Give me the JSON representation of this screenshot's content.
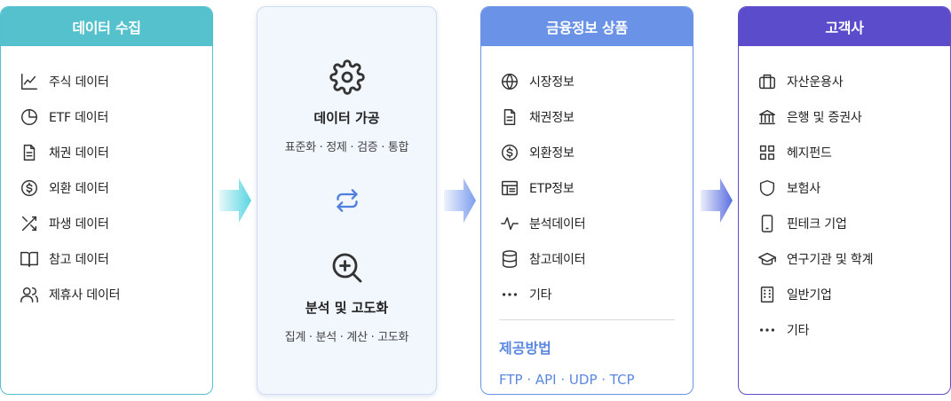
{
  "collect": {
    "title": "데이터 수집",
    "items": [
      {
        "label": "주식 데이터",
        "icon": "line-chart-icon"
      },
      {
        "label": "ETF 데이터",
        "icon": "pie-chart-icon"
      },
      {
        "label": "채권 데이터",
        "icon": "document-icon"
      },
      {
        "label": "외환 데이터",
        "icon": "dollar-circle-icon"
      },
      {
        "label": "파생 데이터",
        "icon": "shuffle-icon"
      },
      {
        "label": "참고 데이터",
        "icon": "book-icon"
      },
      {
        "label": "제휴사 데이터",
        "icon": "users-icon"
      }
    ]
  },
  "process": {
    "step1": {
      "title": "데이터 가공",
      "subtitle": "표준화 · 정제 · 검증 · 통합",
      "icon": "gear-icon"
    },
    "loop_icon": "repeat-icon",
    "step2": {
      "title": "분석 및 고도화",
      "subtitle": "집계 · 분석 · 계산 · 고도화",
      "icon": "zoom-in-icon"
    }
  },
  "products": {
    "title": "금융정보 상품",
    "items": [
      {
        "label": "시장정보",
        "icon": "globe-icon"
      },
      {
        "label": "채권정보",
        "icon": "document-icon"
      },
      {
        "label": "외환정보",
        "icon": "dollar-circle-icon"
      },
      {
        "label": "ETP정보",
        "icon": "table-icon"
      },
      {
        "label": "분석데이터",
        "icon": "pulse-icon"
      },
      {
        "label": "참고데이터",
        "icon": "database-icon"
      },
      {
        "label": "기타",
        "icon": "more-icon"
      }
    ],
    "method_title": "제공방법",
    "methods": "FTP · API · UDP · TCP"
  },
  "clients": {
    "title": "고객사",
    "items": [
      {
        "label": "자산운용사",
        "icon": "briefcase-icon"
      },
      {
        "label": "은행 및 증권사",
        "icon": "bank-icon"
      },
      {
        "label": "헤지펀드",
        "icon": "grid-icon"
      },
      {
        "label": "보험사",
        "icon": "shield-icon"
      },
      {
        "label": "핀테크 기업",
        "icon": "smartphone-icon"
      },
      {
        "label": "연구기관 및 학계",
        "icon": "graduation-cap-icon"
      },
      {
        "label": "일반기업",
        "icon": "building-icon"
      },
      {
        "label": "기타",
        "icon": "more-icon"
      }
    ]
  },
  "colors": {
    "collect": "#54c1cd",
    "products": "#6a92e6",
    "clients": "#5a4ccb",
    "accent_text": "#5b87e0"
  }
}
